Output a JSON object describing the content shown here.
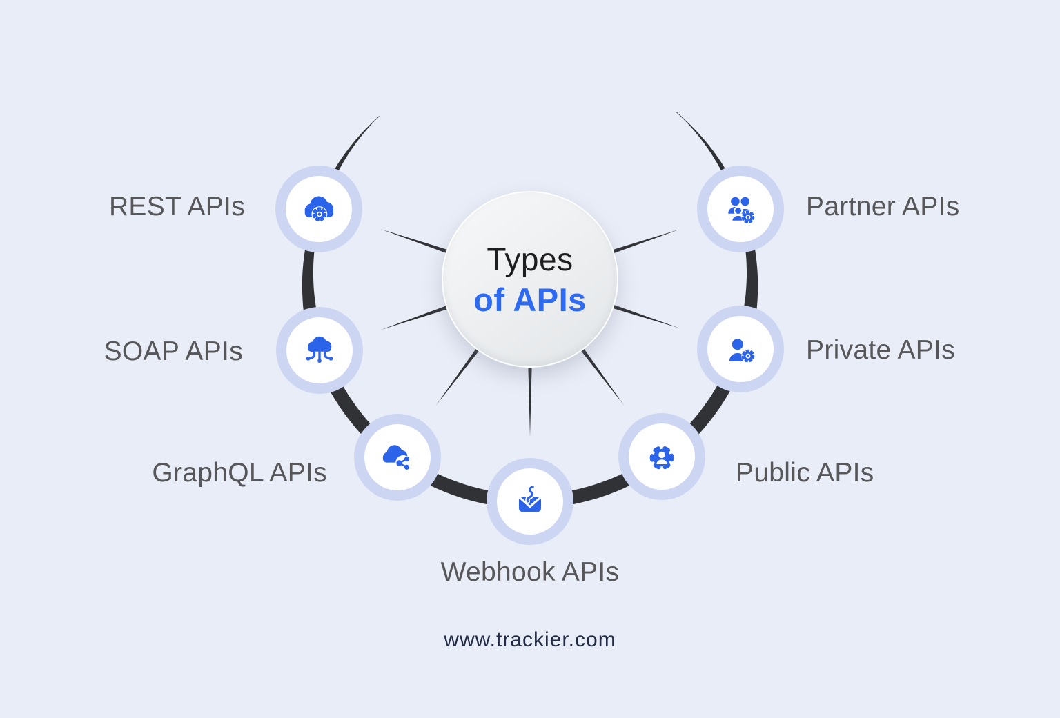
{
  "title": {
    "line1": "Types",
    "line2": "of APIs"
  },
  "footer": "www.trackier.com",
  "colors": {
    "background": "#e9edf7",
    "icon_blue": "#2b63e9",
    "accent_blue": "#2f6af2",
    "node_ring_lavender": "#ccd6f3",
    "node_fill_white": "#ffffff",
    "arc_dark": "#313236",
    "label_gray": "#57575a",
    "title_black": "#1e1e20",
    "footer_navy": "#222b45"
  },
  "nodes": [
    {
      "id": "rest",
      "label": "REST APIs",
      "icon": "cloud-gear-icon"
    },
    {
      "id": "soap",
      "label": "SOAP APIs",
      "icon": "cloud-connections-icon"
    },
    {
      "id": "graphql",
      "label": "GraphQL APIs",
      "icon": "cloud-share-icon"
    },
    {
      "id": "webhook",
      "label": "Webhook APIs",
      "icon": "envelope-hook-icon"
    },
    {
      "id": "public",
      "label": "Public APIs",
      "icon": "gear-user-icon"
    },
    {
      "id": "private",
      "label": "Private APIs",
      "icon": "user-gear-icon"
    },
    {
      "id": "partner",
      "label": "Partner APIs",
      "icon": "users-gear-icon"
    }
  ]
}
